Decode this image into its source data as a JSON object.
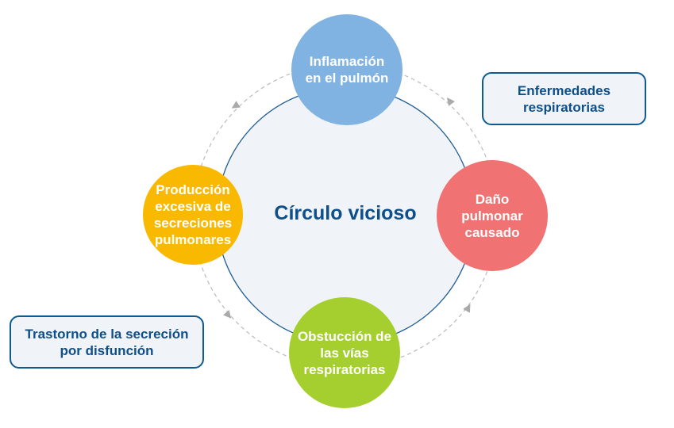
{
  "center": {
    "title": "Círculo vicioso"
  },
  "nodes": {
    "top": "Inflamación\nen el pulmón",
    "right": "Daño\npulmonar\ncausado",
    "bottom": "Obstucción de\nlas vías\nrespiratorias",
    "left": "Producción\nexcesiva de\nsecreciones\npulmonares"
  },
  "boxes": {
    "top_right": "Enfermedades\nrespiratorias",
    "bottom_left": "Trastorno de la secreción\npor disfunción"
  },
  "colors": {
    "top": "#80b3e2",
    "right": "#f07272",
    "bottom": "#a4cf2e",
    "left": "#f9b900",
    "center_fill": "#f0f4f8",
    "center_stroke": "#1f5c93",
    "text": "#0e4f8a"
  }
}
